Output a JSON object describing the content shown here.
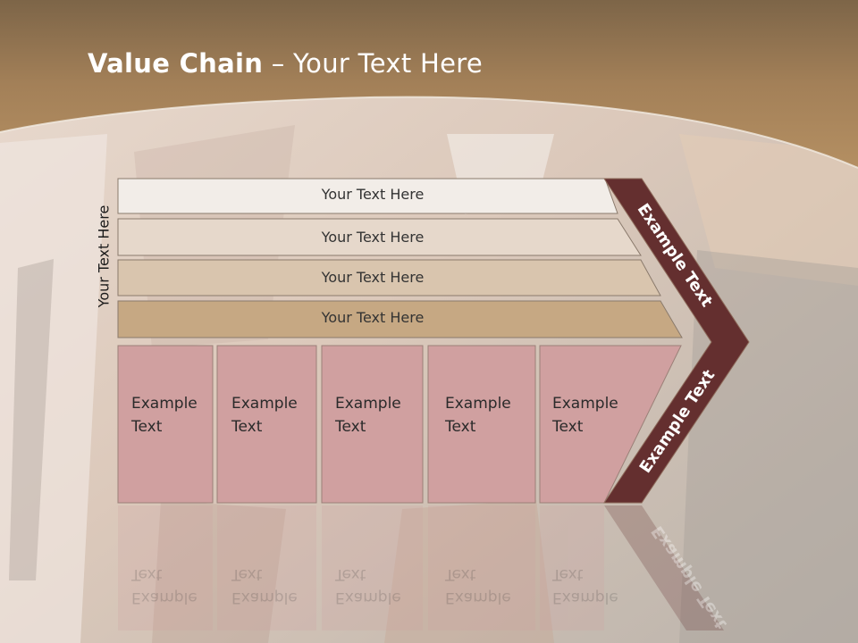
{
  "slide": {
    "title_bold": "Value Chain",
    "title_rest": " – Your Text Here",
    "side_label": "Your Text Here",
    "bars": [
      {
        "label": "Your Text Here",
        "fill": "#f2ede8"
      },
      {
        "label": "Your Text Here",
        "fill": "#e6d8cb"
      },
      {
        "label": "Your Text Here",
        "fill": "#d9c5ae"
      },
      {
        "label": "Your Text Here",
        "fill": "#c6a883"
      }
    ],
    "cells": [
      {
        "line1": "Example",
        "line2": "Text"
      },
      {
        "line1": "Example",
        "line2": "Text"
      },
      {
        "line1": "Example",
        "line2": "Text"
      },
      {
        "line1": "Example",
        "line2": "Text"
      },
      {
        "line1": "Example",
        "line2": "Text"
      }
    ],
    "arrow_top_label": "Example Text",
    "arrow_bottom_label": "Example Text",
    "colors": {
      "header": "#a88256",
      "cell_fill": "#d0a0a0",
      "arrow_fill": "#642f2f"
    }
  }
}
